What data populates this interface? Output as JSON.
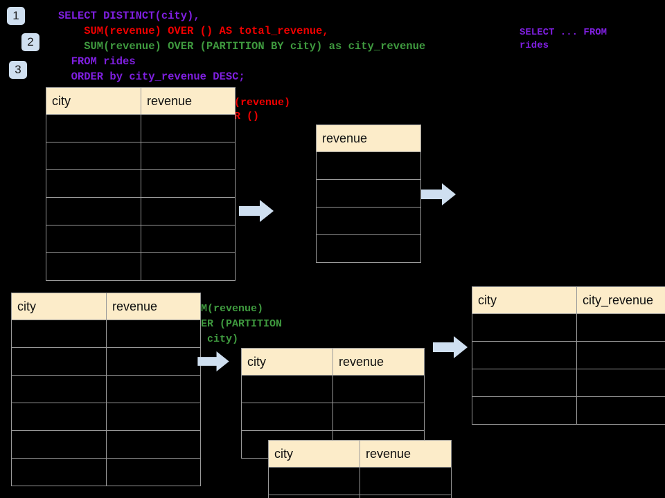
{
  "steps": [
    {
      "label": "1"
    },
    {
      "label": "2"
    },
    {
      "label": "3"
    }
  ],
  "query": {
    "line1": "SELECT DISTINCT(city),",
    "line2": "    SUM(revenue) OVER () AS total_revenue,",
    "line3": "    SUM(revenue) OVER (PARTITION BY city) as city_revenue",
    "line4": "  FROM rides",
    "line5": "  ORDER by city_revenue DESC;"
  },
  "annotations": {
    "from_rides": "SELECT ... FROM\nrides",
    "sum_over_empty": "SUM(revenue)\nOVER ()",
    "sum_over_partition": "SUM(revenue)\nOVER (PARTITION\nBY city)"
  },
  "colors": {
    "background": "#000000",
    "badge_bg": "#cfdff0",
    "table_header_bg": "#fcecc9",
    "table_border": "#9a9a9a",
    "arrow_fill": "#cfdff0",
    "purple": "#7f1fe0",
    "red": "#f00000",
    "green": "#3f9a3f"
  },
  "tables": {
    "source_top": {
      "headers": [
        "city",
        "revenue"
      ],
      "rows": [
        [
          "",
          ""
        ],
        [
          "",
          ""
        ],
        [
          "",
          ""
        ],
        [
          "",
          ""
        ],
        [
          "",
          ""
        ],
        [
          "",
          ""
        ]
      ]
    },
    "total_revenue": {
      "headers": [
        "revenue"
      ],
      "rows": [
        [
          ""
        ],
        [
          ""
        ],
        [
          ""
        ],
        [
          ""
        ]
      ]
    },
    "source_bottom": {
      "headers": [
        "city",
        "revenue"
      ],
      "rows": [
        [
          "",
          ""
        ],
        [
          "",
          ""
        ],
        [
          "",
          ""
        ],
        [
          "",
          ""
        ],
        [
          "",
          ""
        ],
        [
          "",
          ""
        ]
      ]
    },
    "partition_back": {
      "headers": [
        "city",
        "revenue"
      ],
      "rows": [
        [
          "",
          ""
        ],
        [
          "",
          ""
        ],
        [
          "",
          ""
        ]
      ]
    },
    "partition_front": {
      "headers": [
        "city",
        "revenue"
      ],
      "rows": [
        [
          "",
          ""
        ],
        [
          "",
          ""
        ]
      ]
    },
    "result": {
      "headers": [
        "city",
        "city_revenue"
      ],
      "rows": [
        [
          "",
          ""
        ],
        [
          "",
          ""
        ],
        [
          "",
          ""
        ],
        [
          "",
          ""
        ]
      ]
    }
  },
  "arrows": [
    {
      "name": "arrow-top-left"
    },
    {
      "name": "arrow-top-right"
    },
    {
      "name": "arrow-bottom-left"
    },
    {
      "name": "arrow-bottom-right"
    }
  ]
}
